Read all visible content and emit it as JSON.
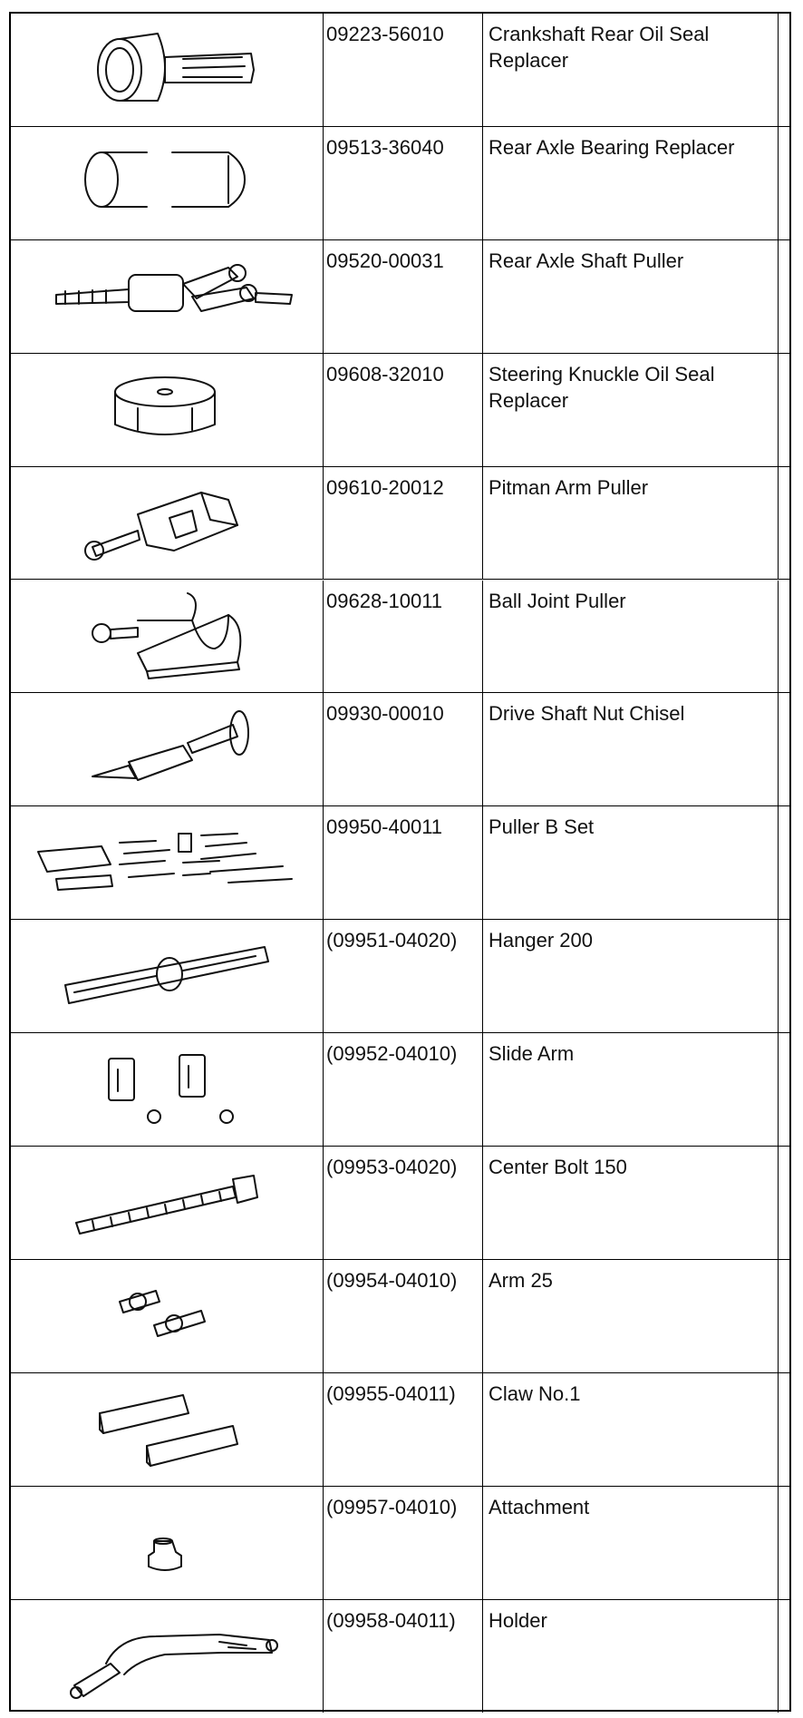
{
  "table": {
    "rows": [
      {
        "part_number": "09223-56010",
        "name": "Crankshaft Rear Oil Seal Replacer",
        "icon": "oil-seal-replacer-icon"
      },
      {
        "part_number": "09513-36040",
        "name": "Rear Axle Bearing Replacer",
        "icon": "bearing-replacer-icon"
      },
      {
        "part_number": "09520-00031",
        "name": "Rear Axle Shaft Puller",
        "icon": "shaft-puller-icon"
      },
      {
        "part_number": "09608-32010",
        "name": "Steering Knuckle Oil Seal Replacer",
        "icon": "knuckle-seal-replacer-icon"
      },
      {
        "part_number": "09610-20012",
        "name": "Pitman Arm Puller",
        "icon": "pitman-arm-puller-icon"
      },
      {
        "part_number": "09628-10011",
        "name": "Ball Joint Puller",
        "icon": "ball-joint-puller-icon"
      },
      {
        "part_number": "09930-00010",
        "name": "Drive Shaft Nut Chisel",
        "icon": "nut-chisel-icon"
      },
      {
        "part_number": "09950-40011",
        "name": "Puller B Set",
        "icon": "puller-set-icon"
      },
      {
        "part_number": "(09951-04020)",
        "name": "Hanger 200",
        "icon": "hanger-icon"
      },
      {
        "part_number": "(09952-04010)",
        "name": "Slide Arm",
        "icon": "slide-arm-icon"
      },
      {
        "part_number": "(09953-04020)",
        "name": "Center Bolt 150",
        "icon": "center-bolt-icon"
      },
      {
        "part_number": "(09954-04010)",
        "name": "Arm 25",
        "icon": "arm-icon"
      },
      {
        "part_number": "(09955-04011)",
        "name": "Claw No.1",
        "icon": "claw-icon"
      },
      {
        "part_number": "(09957-04010)",
        "name": "Attachment",
        "icon": "attachment-icon"
      },
      {
        "part_number": "(09958-04011)",
        "name": "Holder",
        "icon": "holder-icon"
      }
    ]
  }
}
